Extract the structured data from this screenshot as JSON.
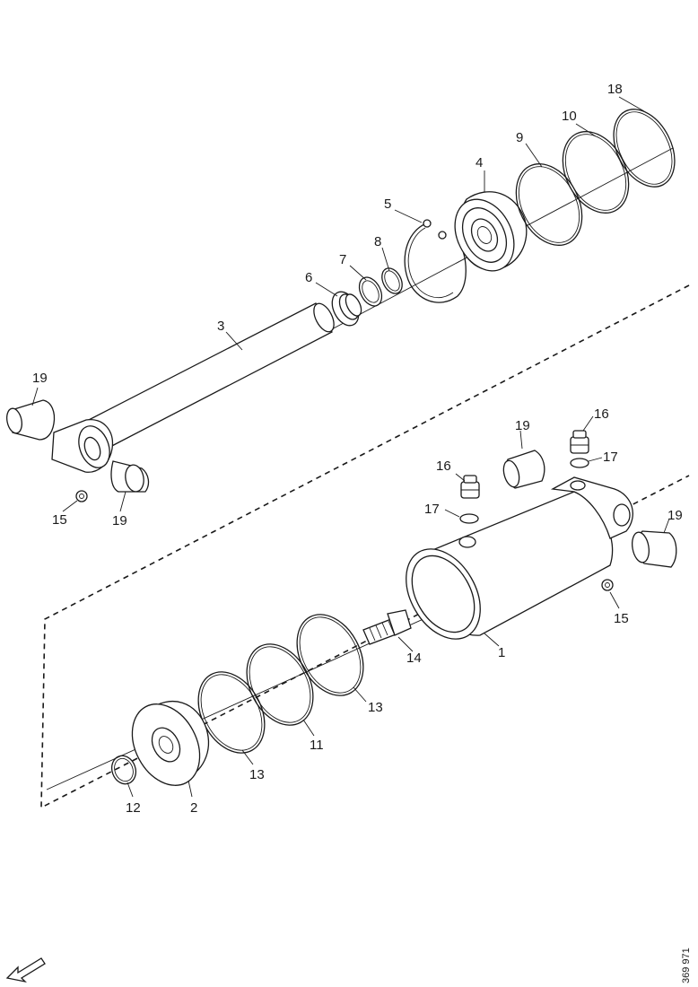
{
  "callouts": [
    {
      "id": "c1",
      "text": "1"
    },
    {
      "id": "c2",
      "text": "2"
    },
    {
      "id": "c3",
      "text": "3"
    },
    {
      "id": "c4",
      "text": "4"
    },
    {
      "id": "c5",
      "text": "5"
    },
    {
      "id": "c6",
      "text": "6"
    },
    {
      "id": "c7",
      "text": "7"
    },
    {
      "id": "c8",
      "text": "8"
    },
    {
      "id": "c9",
      "text": "9"
    },
    {
      "id": "c10",
      "text": "10"
    },
    {
      "id": "c11",
      "text": "11"
    },
    {
      "id": "c12",
      "text": "12"
    },
    {
      "id": "c13a",
      "text": "13"
    },
    {
      "id": "c13b",
      "text": "13"
    },
    {
      "id": "c14",
      "text": "14"
    },
    {
      "id": "c15a",
      "text": "15"
    },
    {
      "id": "c15b",
      "text": "15"
    },
    {
      "id": "c16a",
      "text": "16"
    },
    {
      "id": "c16b",
      "text": "16"
    },
    {
      "id": "c17a",
      "text": "17"
    },
    {
      "id": "c17b",
      "text": "17"
    },
    {
      "id": "c18",
      "text": "18"
    },
    {
      "id": "c19a",
      "text": "19"
    },
    {
      "id": "c19b",
      "text": "19"
    },
    {
      "id": "c19c",
      "text": "19"
    },
    {
      "id": "c19d",
      "text": "19"
    }
  ],
  "figure_ref": "369 971",
  "icons": {
    "direction_arrow": "arrow-icon"
  }
}
